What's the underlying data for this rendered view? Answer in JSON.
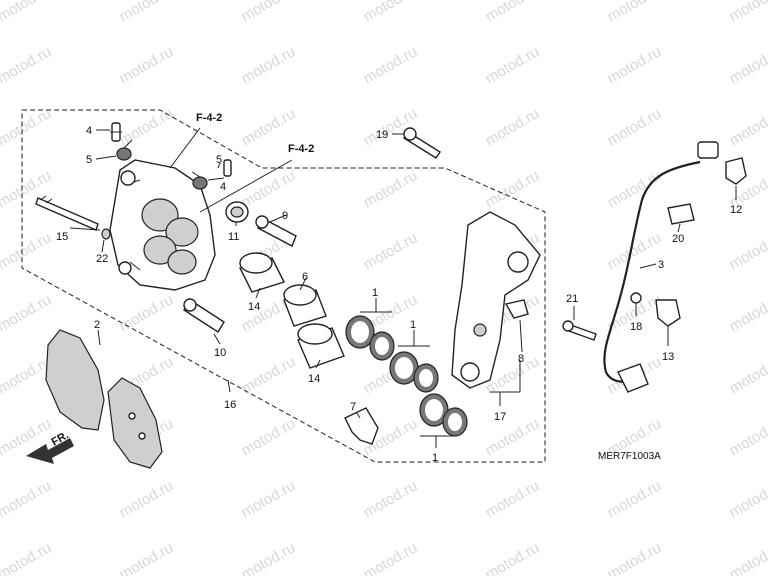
{
  "watermark": "motod.ru",
  "diagram_code": "MER7F1003A",
  "front_arrow_label": "FR.",
  "refs": {
    "f42_a": "F-4-2",
    "f42_b": "F-4-2"
  },
  "parts": {
    "p1a": "1",
    "p1b": "1",
    "p1c": "1",
    "p2": "2",
    "p3": "3",
    "p4a": "4",
    "p4b": "4",
    "p5a": "5",
    "p5b": "5",
    "p6": "6",
    "p7": "7",
    "p8": "8",
    "p9": "9",
    "p10": "10",
    "p11": "11",
    "p12": "12",
    "p13": "13",
    "p14a": "14",
    "p14b": "14",
    "p15": "15",
    "p16": "16",
    "p17": "17",
    "p18": "18",
    "p19": "19",
    "p20": "20",
    "p21": "21",
    "p22": "22"
  }
}
